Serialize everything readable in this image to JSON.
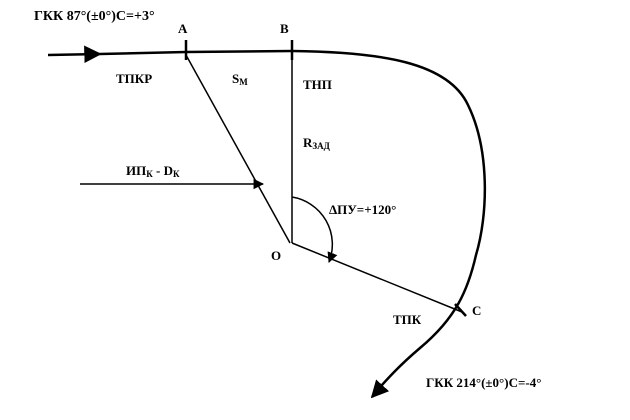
{
  "heading_in": "ГКК 87°(±0°)С=+3°",
  "heading_out": "ГКК 214°(±0°)С=-4°",
  "points": {
    "a": "А",
    "b": "В",
    "c": "С",
    "o": "О"
  },
  "segments": {
    "tpkr": "ТПКР",
    "tnp": "ТНП",
    "tpk": "ТПК",
    "s_main": "S",
    "s_sub": "М",
    "r_main": "R",
    "r_sub": "ЗАД",
    "ip_main": "ИП",
    "ip_sub": "К",
    "ip_sep": " - ",
    "d_main": "D",
    "d_sub": "К"
  },
  "turn_angle": "ΔПУ=+120°"
}
